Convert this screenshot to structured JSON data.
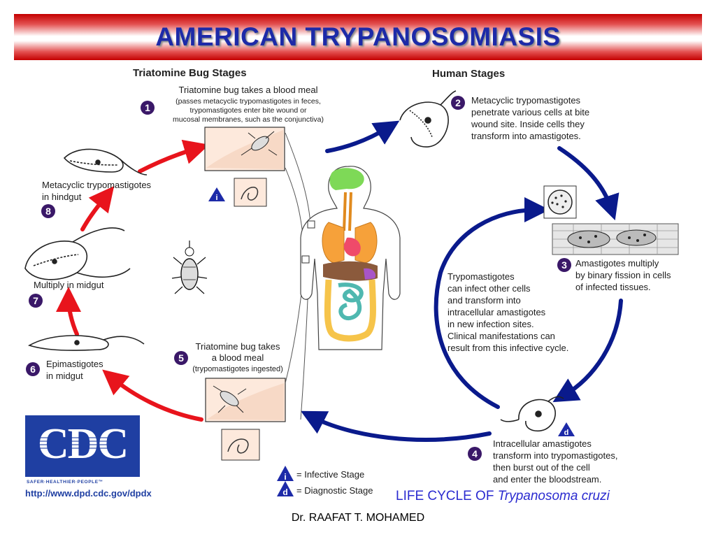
{
  "title": "AMERICAN TRYPANOSOMIASIS",
  "headings": {
    "bug": "Triatomine Bug Stages",
    "human": "Human Stages"
  },
  "steps": {
    "s1": {
      "num": "1",
      "lines": [
        "Triatomine bug takes a blood meal",
        "(passes metacyclic trypomastigotes in feces,",
        "trypomastigotes enter bite wound or",
        "mucosal membranes, such as the conjunctiva)"
      ]
    },
    "s2": {
      "num": "2",
      "lines": [
        "Metacyclic trypomastigotes",
        "penetrate various cells at bite",
        "wound site.  Inside cells they",
        "transform into amastigotes."
      ]
    },
    "s3": {
      "num": "3",
      "lines": [
        "Amastigotes multiply",
        "by binary fission in cells",
        "of infected tissues."
      ]
    },
    "s4": {
      "num": "4",
      "lines": [
        "Intracellular amastigotes",
        "transform into trypomastigotes,",
        "then burst out of the cell",
        "and enter the bloodstream."
      ]
    },
    "s5": {
      "num": "5",
      "lines": [
        "Triatomine bug takes",
        "a blood meal",
        "(trypomastigotes ingested)"
      ]
    },
    "s6": {
      "num": "6",
      "lines": [
        "Epimastigotes",
        "in midgut"
      ]
    },
    "s7": {
      "num": "7",
      "lines": [
        "Multiply in midgut"
      ]
    },
    "s8": {
      "num": "8",
      "lines": [
        "Metacyclic trypomastigotes",
        "in hindgut"
      ]
    }
  },
  "center_note": [
    "Trypomastigotes",
    "can infect other cells",
    "and transform into",
    "intracellular amastigotes",
    "in new infection sites.",
    "Clinical manifestations can",
    "result from this infective cycle."
  ],
  "legend": {
    "i_letter": "i",
    "d_letter": "d",
    "infective": "= Infective Stage",
    "diagnostic": "= Diagnostic Stage"
  },
  "cdc": {
    "letters": "CDC",
    "tagline": "SAFER·HEALTHIER·PEOPLE™",
    "url": "http://www.dpd.cdc.gov/dpdx"
  },
  "caption": {
    "prefix": "LIFE CYCLE OF ",
    "organism": "Trypanosoma cruzi"
  },
  "author": "Dr. RAAFAT T. MOHAMED",
  "colors": {
    "title": "#1d2aa8",
    "banner": "#c40000",
    "human_arrow": "#0a1a8c",
    "bug_arrow": "#e8141c",
    "step_badge": "#3a1868",
    "caption": "#2b2bd0"
  }
}
